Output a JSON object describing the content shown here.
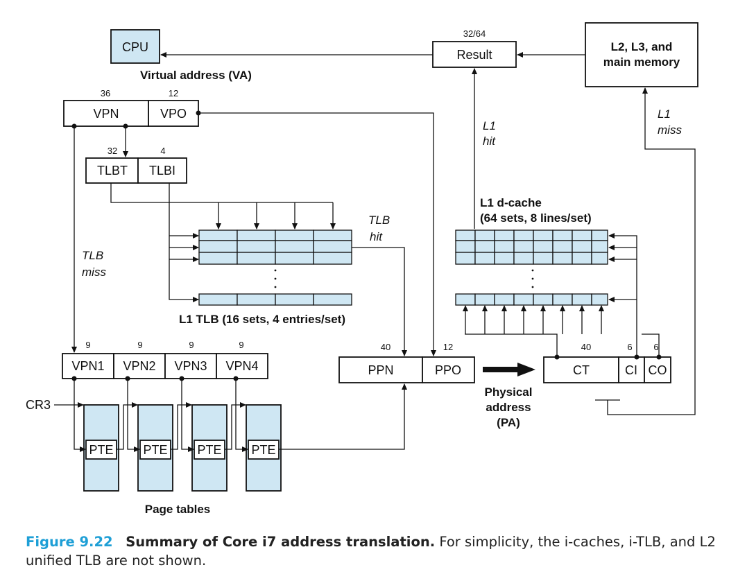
{
  "diagram": {
    "cpu": "CPU",
    "va_label": "Virtual address (VA)",
    "result": "Result",
    "result_bits": "32/64",
    "memory": [
      "L2, L3, and",
      "main memory"
    ],
    "l1_miss": [
      "L1",
      "miss"
    ],
    "l1_hit": [
      "L1",
      "hit"
    ],
    "vpn": "VPN",
    "vpn_bits": "36",
    "vpo": "VPO",
    "vpo_bits": "12",
    "tlbt": "TLBT",
    "tlbt_bits": "32",
    "tlbi": "TLBI",
    "tlbi_bits": "4",
    "tlb_hit": [
      "TLB",
      "hit"
    ],
    "tlb_miss": [
      "TLB",
      "miss"
    ],
    "l1_tlb": "L1 TLB (16 sets, 4 entries/set)",
    "l1_dcache": [
      "L1 d-cache",
      "(64 sets, 8 lines/set)"
    ],
    "vpn_fields": [
      {
        "label": "VPN1",
        "bits": "9"
      },
      {
        "label": "VPN2",
        "bits": "9"
      },
      {
        "label": "VPN3",
        "bits": "9"
      },
      {
        "label": "VPN4",
        "bits": "9"
      }
    ],
    "ppn": "PPN",
    "ppn_bits": "40",
    "ppo": "PPO",
    "ppo_bits": "12",
    "ct": "CT",
    "ct_bits": "40",
    "ci": "CI",
    "ci_bits": "6",
    "co": "CO",
    "co_bits": "6",
    "physical_address": [
      "Physical",
      "address",
      "(PA)"
    ],
    "cr3": "CR3",
    "pte": "PTE",
    "page_tables": "Page tables"
  },
  "caption": {
    "figure": "Figure 9.22",
    "title": "Summary of Core i7 address translation.",
    "text": "For simplicity, the i-caches, i-TLB, and L2 unified TLB are not shown."
  },
  "colors": {
    "accent": "#1e9fd6",
    "cell_fill": "#cfe7f3"
  }
}
